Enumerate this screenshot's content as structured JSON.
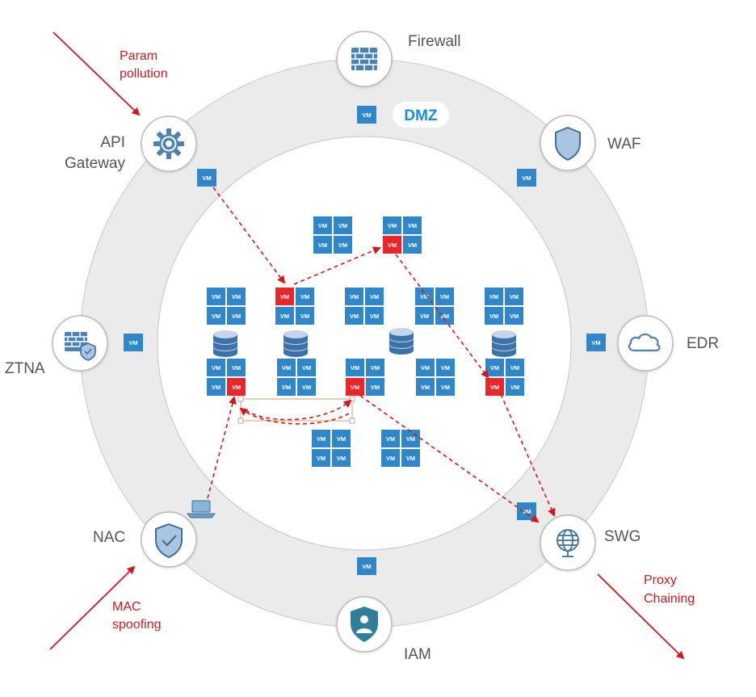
{
  "zone_label": "DMZ",
  "vm_label": "VM",
  "nodes": {
    "firewall": "Firewall",
    "waf": "WAF",
    "api_gateway_line1": "API",
    "api_gateway_line2": "Gateway",
    "edr": "EDR",
    "ztna": "ZTNA",
    "nac": "NAC",
    "swg": "SWG",
    "iam": "IAM"
  },
  "attacks": {
    "param_pollution_line1": "Param",
    "param_pollution_line2": "pollution",
    "mac_spoofing_line1": "MAC",
    "mac_spoofing_line2": "spoofing",
    "proxy_chaining_line1": "Proxy",
    "proxy_chaining_line2": "Chaining"
  },
  "colors": {
    "ring": "#ebebeb",
    "vm_blue": "#2f86c8",
    "vm_red": "#e8262c",
    "icon_blue": "#4a82b4",
    "attack_red": "#d0191f",
    "dmz_blue": "#1a8fd6",
    "label_grey": "#555555"
  },
  "icons": {
    "firewall": "brick-wall-icon",
    "waf": "shield-icon",
    "api_gateway": "gear-icon",
    "edr": "cloud-icon",
    "ztna": "brick-wall-shield-icon",
    "nac": "shield-check-icon",
    "swg": "globe-icon",
    "iam": "user-shield-icon",
    "endpoint": "laptop-icon",
    "database": "database-icon"
  }
}
